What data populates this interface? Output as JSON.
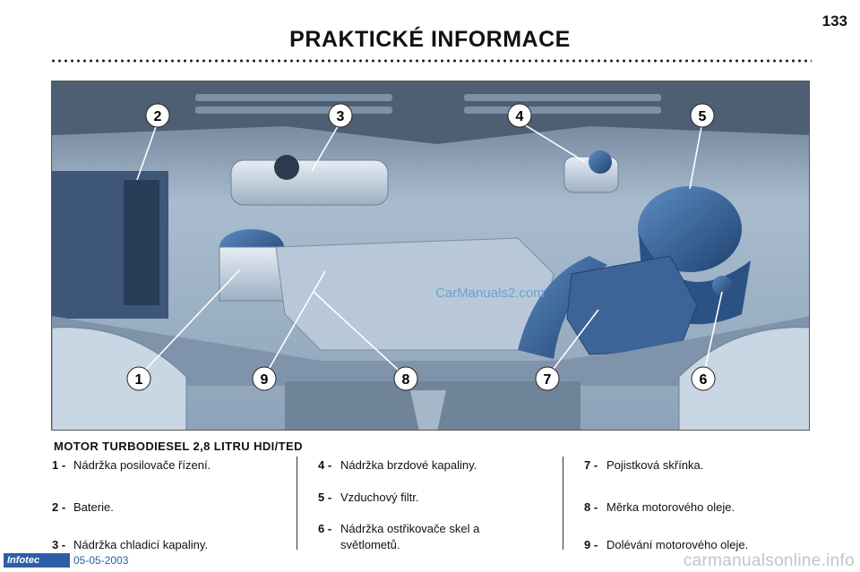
{
  "page": {
    "number": "133",
    "title": "PRAKTICKÉ INFORMACE"
  },
  "figure": {
    "watermark": "CarManuals2.com",
    "callouts": [
      "1",
      "2",
      "3",
      "4",
      "5",
      "6",
      "7",
      "8",
      "9"
    ]
  },
  "caption": "MOTOR TURBODIESEL 2,8 LITRU HDI/TED",
  "legend": {
    "col1": [
      {
        "num": "1 -",
        "text": "Nádržka posilovače řízení."
      },
      {
        "num": "2 -",
        "text": "Baterie."
      },
      {
        "num": "3 -",
        "text": "Nádržka chladicí kapaliny."
      }
    ],
    "col2": [
      {
        "num": "4 -",
        "text": "Nádržka brzdové kapaliny."
      },
      {
        "num": "5 -",
        "text": "Vzduchový filtr."
      },
      {
        "num": "6 -",
        "text": "Nádržka ostřikovače skel a"
      },
      {
        "num": "",
        "text": "světlometů."
      }
    ],
    "col3": [
      {
        "num": "7 -",
        "text": "Pojistková skřínka."
      },
      {
        "num": "8 -",
        "text": "Měrka motorového oleje."
      },
      {
        "num": "9 -",
        "text": "Dolévání motorového oleje."
      }
    ]
  },
  "footer": {
    "logo": "Infotec",
    "date": "05-05-2003",
    "site": "carmanualsonline.info"
  },
  "colors": {
    "engine_bay": "#9fb3c8",
    "component_blue": "#2f5d93",
    "accent": "#2d5fa8"
  }
}
